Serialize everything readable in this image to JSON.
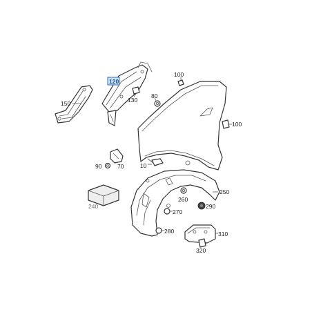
{
  "diagram": {
    "colors": {
      "highlight_fill": "#cfe3f7",
      "highlight_stroke": "#2a6db5",
      "line": "#333333",
      "muted_label": "#7a7a7a"
    },
    "labels": {
      "p10": "10",
      "p70": "70",
      "p80": "80",
      "p90": "90",
      "p100_top": "100",
      "p100_right": "100",
      "p120": "120",
      "p130": "130",
      "p150": "150",
      "p240": "240",
      "p250": "250",
      "p260": "260",
      "p270": "270",
      "p280": "280",
      "p290": "290",
      "p310": "310",
      "p320": "320"
    }
  }
}
